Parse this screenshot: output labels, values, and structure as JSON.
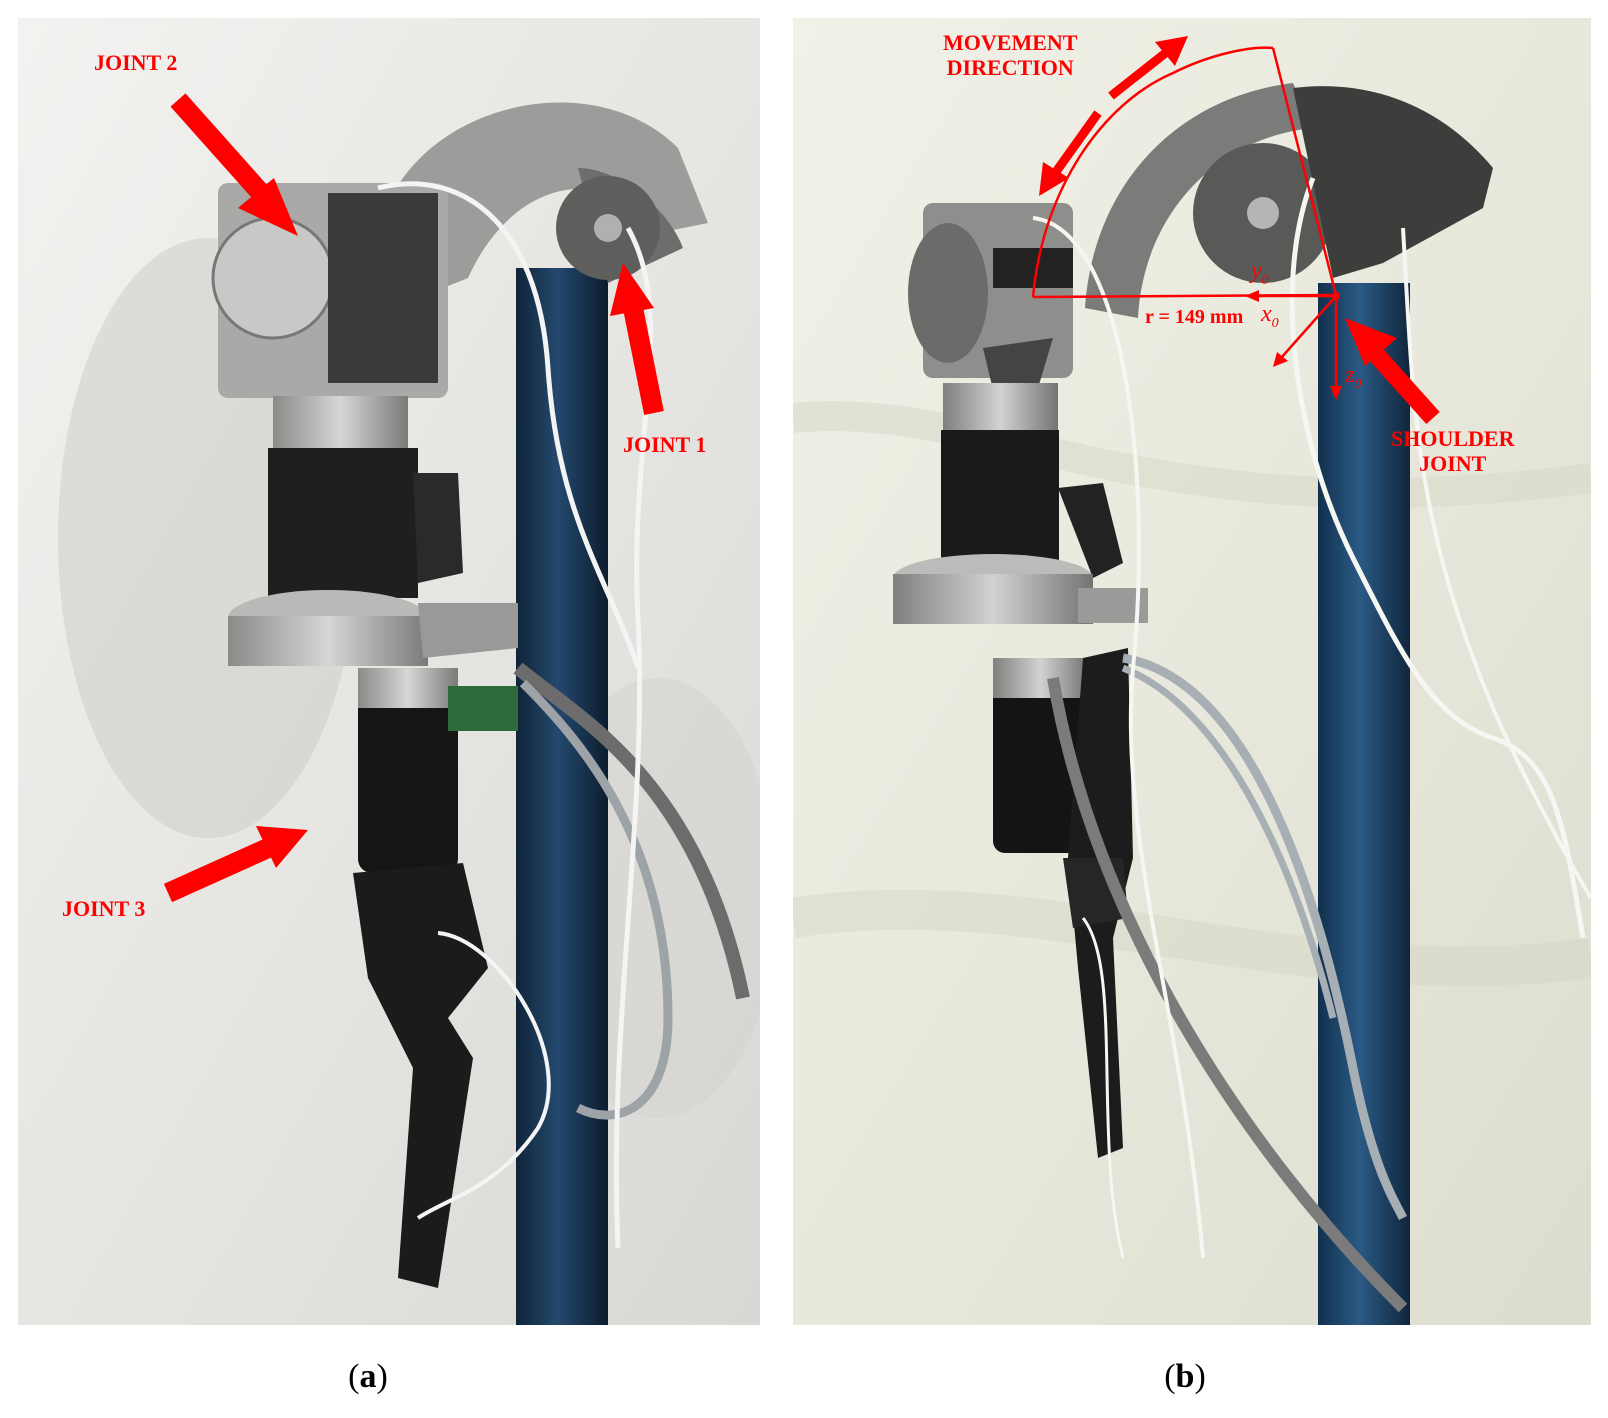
{
  "panel_a": {
    "labels": {
      "joint2": "JOINT 2",
      "joint1": "JOINT 1",
      "joint3": "JOINT 3"
    },
    "caption": "a"
  },
  "panel_b": {
    "labels": {
      "movement_line1": "MOVEMENT",
      "movement_line2": "DIRECTION",
      "shoulder_line1": "SHOULDER",
      "shoulder_line2": "JOINT",
      "radius": "r = 149 mm",
      "axis_x": "x",
      "axis_y": "y",
      "axis_z": "z",
      "axis_sub": "0"
    },
    "caption": "b"
  },
  "colors": {
    "annotation": "#ff0000",
    "background_cloth": "#ecebe0",
    "pole": "#1d3f63"
  }
}
